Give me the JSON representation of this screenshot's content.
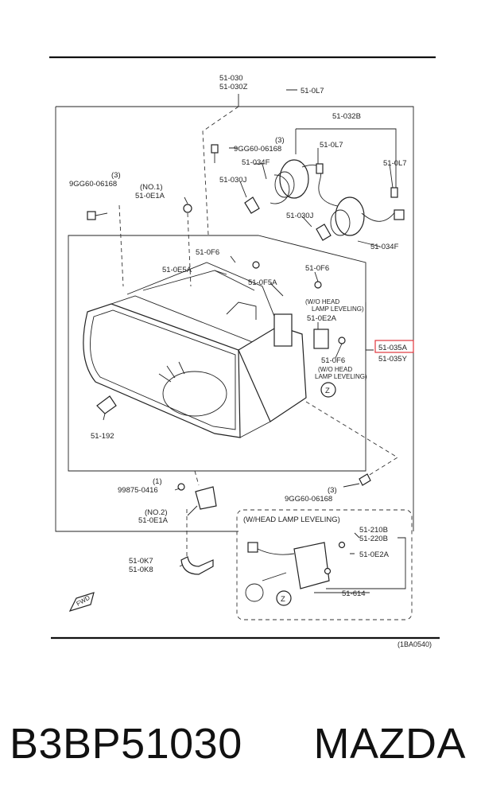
{
  "diagram": {
    "ref_code": "(1BA0540)",
    "circle_marker": "Z",
    "fwd_arrow_text": "FWD",
    "labels": {
      "main_assy_1": "51-030",
      "main_assy_2": "51-030Z",
      "bulb_socket_top": "51-0L7",
      "bulb_group": "51-032B",
      "screw_qty_right": "(3)",
      "screw_right": "9GG60-06168",
      "socket_l": "51-0L7",
      "socket_r": "51-0L7",
      "cover_top": "51-034F",
      "bulb_left": "51-030J",
      "screw_qty_left": "(3)",
      "screw_left": "9GG60-06168",
      "bracket_no1_qty": "(NO.1)",
      "bracket_no1": "51-0E1A",
      "bulb_right": "51-030J",
      "cover_bottom": "51-034F",
      "adjuster_top": "51-0F6",
      "adjuster_e5a": "51-0E5A",
      "adjuster_right": "51-0F6",
      "adjuster_f5a": "51-0F5A",
      "wo_leveling_1": "(W/O HEAD",
      "wo_leveling_2": "LAMP LEVELING)",
      "e2a_upper": "51-0E2A",
      "unit_highlight": "51-035A",
      "unit_alt": "51-035Y",
      "lower_f6": "51-0F6",
      "wo_head_1": "(W/O HEAD",
      "wo_head_2": "LAMP LEVELING)",
      "clip": "51-192",
      "screw_qty_bottom": "(3)",
      "screw_bottom": "9GG60-06168",
      "bolt_qty": "(1)",
      "bolt": "99875-0416",
      "bracket_no2_qty": "(NO.2)",
      "bracket_no2": "51-0E1A",
      "hose_1": "51-0K7",
      "hose_2": "51-0K8",
      "leveling_header": "(W/HEAD  LAMP  LEVELING)",
      "lev_1": "51-210B",
      "lev_2": "51-220B",
      "lev_e2a": "51-0E2A",
      "lev_614": "51-614"
    }
  },
  "caption": {
    "part_number": "B3BP51030",
    "brand": "MAZDA"
  },
  "colors": {
    "highlight": "#e0353c",
    "ink": "#222222"
  }
}
